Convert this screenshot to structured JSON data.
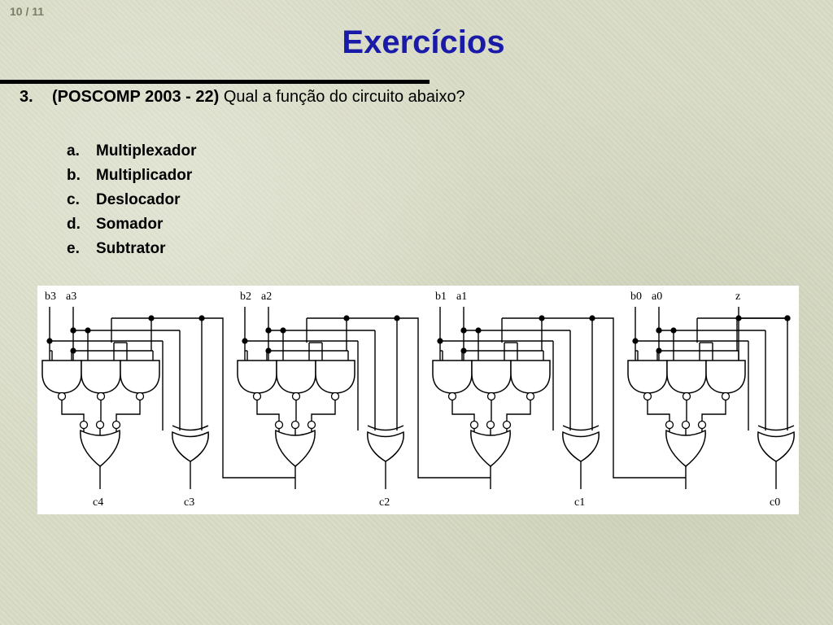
{
  "slide": {
    "page_number": "10 / 11",
    "title": "Exercícios"
  },
  "question": {
    "number": "3.",
    "source": "(POSCOMP 2003 - 22)",
    "text": "Qual a função do circuito abaixo?",
    "options": [
      {
        "letter": "a.",
        "text": "Multiplexador"
      },
      {
        "letter": "b.",
        "text": "Multiplicador"
      },
      {
        "letter": "c.",
        "text": "Deslocador"
      },
      {
        "letter": "d.",
        "text": "Somador"
      },
      {
        "letter": "e.",
        "text": "Subtrator"
      }
    ]
  },
  "circuit": {
    "stages": [
      {
        "b": "b3",
        "a": "a3",
        "c_out": "c4",
        "c_in": "c3"
      },
      {
        "b": "b2",
        "a": "a2",
        "c_in": "c2"
      },
      {
        "b": "b1",
        "a": "a1",
        "c_in": "c1"
      },
      {
        "b": "b0",
        "a": "a0",
        "c_in": "c0",
        "carry_in": "z"
      }
    ]
  }
}
